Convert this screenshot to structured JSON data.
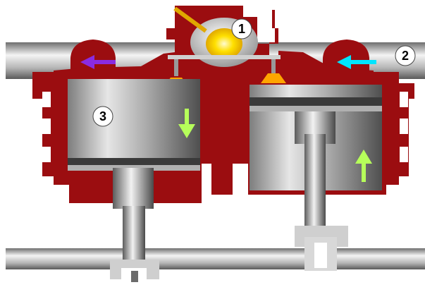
{
  "diagram": {
    "labels": {
      "spark": "1",
      "intake": "2",
      "cylinder": "3"
    },
    "colors": {
      "engine_block": "#9b0d10",
      "pipe": "#c8c8c8",
      "spark_glow": "#ffe000",
      "intake_arrow": "#00e5ff",
      "exhaust_arrow": "#8a2be2",
      "motion_arrow": "#b6ff5a",
      "valve": "#ffa500"
    },
    "icons": {
      "intake_flow": "arrow-left-icon",
      "exhaust_flow": "arrow-left-icon",
      "left_piston_motion": "arrow-down-icon",
      "right_piston_motion": "arrow-up-icon"
    }
  }
}
